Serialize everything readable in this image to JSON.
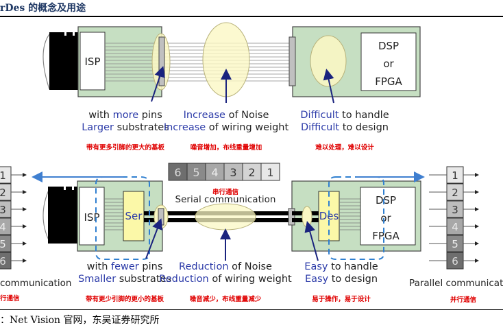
{
  "header": {
    "title": "rDes 的概念及用途"
  },
  "footer": {
    "source": "：Net Vision 官网，东吴证券研究所"
  },
  "colors": {
    "board_green": "#c6dfc2",
    "highlight_yellow": "#fbf8c4",
    "arrow_navy": "#1a237e",
    "dash_blue": "#2f7fd0",
    "label_blue": "#2b3aa8",
    "chinese_red": "#e00000"
  },
  "top": {
    "camera_chip": "ISP",
    "processor_lines": [
      "DSP",
      "or",
      "FPGA"
    ],
    "labels": [
      {
        "lines": [
          [
            {
              "t": "with ",
              "c": "dark"
            },
            {
              "t": "more",
              "c": "blue"
            },
            {
              "t": " pins",
              "c": "dark"
            }
          ],
          [
            {
              "t": "Larger",
              "c": "blue"
            },
            {
              "t": " substrates",
              "c": "dark"
            }
          ]
        ],
        "cn": "带有更多引脚的更大的基板"
      },
      {
        "lines": [
          [
            {
              "t": "Increase",
              "c": "blue"
            },
            {
              "t": " of Noise",
              "c": "dark"
            }
          ],
          [
            {
              "t": "Increase",
              "c": "blue"
            },
            {
              "t": " of wiring weight",
              "c": "dark"
            }
          ]
        ],
        "cn": "噪音增加，布线重量增加"
      },
      {
        "lines": [
          [
            {
              "t": "Difficult",
              "c": "blue"
            },
            {
              "t": " to handle",
              "c": "dark"
            }
          ],
          [
            {
              "t": "Difficult",
              "c": "blue"
            },
            {
              "t": " to design",
              "c": "dark"
            }
          ]
        ],
        "cn": "难以处理，难以设计"
      }
    ]
  },
  "bottom": {
    "camera_chip": "ISP",
    "serializer": "Ser",
    "deserializer": "Des",
    "processor_lines": [
      "DSP",
      "or",
      "FPGA"
    ],
    "serial_sequence": [
      "6",
      "5",
      "4",
      "3",
      "2",
      "1"
    ],
    "serial_cn": "串行通信",
    "serial_label": "Serial communication",
    "parallel_left": [
      "1",
      "2",
      "3",
      "4",
      "5",
      "6"
    ],
    "parallel_right": [
      "1",
      "2",
      "3",
      "4",
      "5",
      "6"
    ],
    "parallel_label_left": "communication",
    "parallel_cn_left": "行通信",
    "parallel_label_right": "Parallel communication",
    "parallel_cn_right": "并行通信",
    "labels": [
      {
        "lines": [
          [
            {
              "t": "with ",
              "c": "dark"
            },
            {
              "t": "fewer",
              "c": "blue"
            },
            {
              "t": " pins",
              "c": "dark"
            }
          ],
          [
            {
              "t": "Smaller",
              "c": "blue"
            },
            {
              "t": " substrates",
              "c": "dark"
            }
          ]
        ],
        "cn": "带有更少引脚的更小的基板"
      },
      {
        "lines": [
          [
            {
              "t": "Reduction",
              "c": "blue"
            },
            {
              "t": " of Noise",
              "c": "dark"
            }
          ],
          [
            {
              "t": "Reduction",
              "c": "blue"
            },
            {
              "t": " of wiring weight",
              "c": "dark"
            }
          ]
        ],
        "cn": "噪音减少，布线重量减少"
      },
      {
        "lines": [
          [
            {
              "t": "Easy",
              "c": "blue"
            },
            {
              "t": " to handle",
              "c": "dark"
            }
          ],
          [
            {
              "t": "Easy",
              "c": "blue"
            },
            {
              "t": " to design",
              "c": "dark"
            }
          ]
        ],
        "cn": "易于操作，易于设计"
      }
    ]
  }
}
